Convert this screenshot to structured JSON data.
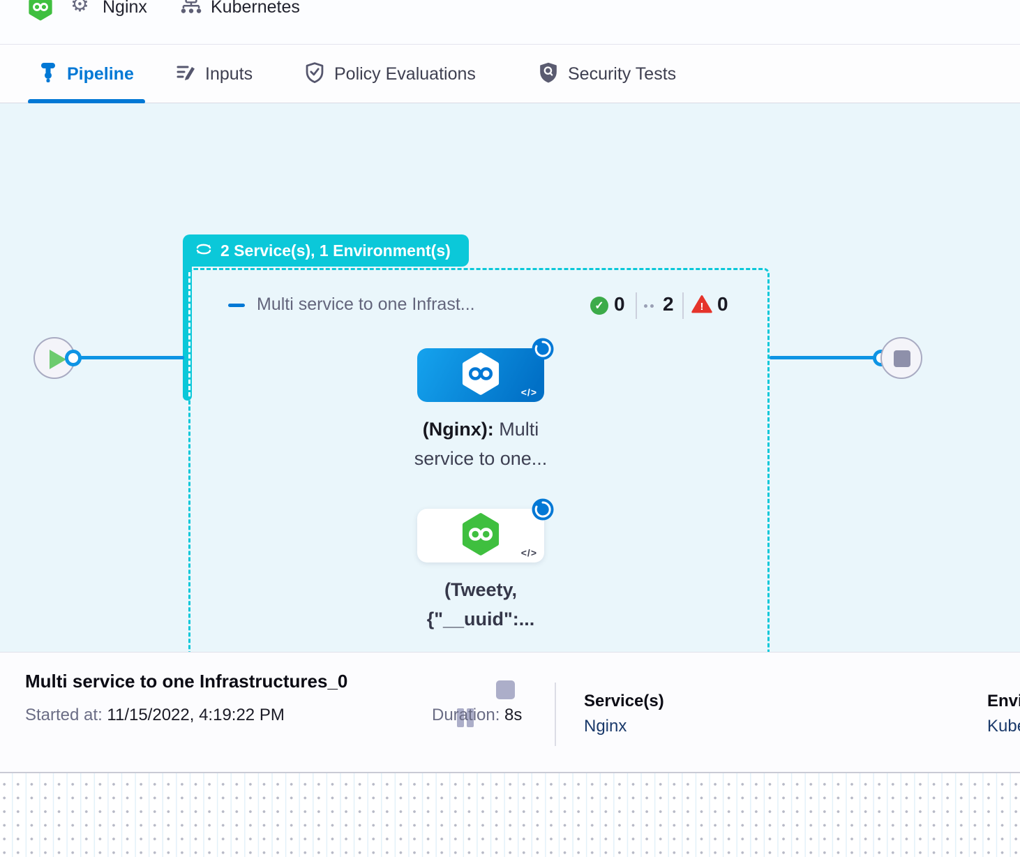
{
  "header": {
    "service_name": "Nginx",
    "environment_name": "Kubernetes"
  },
  "tabs": {
    "pipeline": "Pipeline",
    "inputs": "Inputs",
    "policy": "Policy Evaluations",
    "security": "Security Tests"
  },
  "canvas": {
    "badge_label": "2 Service(s), 1 Environment(s)",
    "stage_title": "Multi service to one Infrast...",
    "counts": {
      "success": "0",
      "running": "2",
      "failed": "0"
    },
    "node1": {
      "bold": "(Nginx):",
      "rest": " Multi",
      "line2": "service to one...",
      "code_glyph": "</>"
    },
    "node2": {
      "line1": "(Tweety,",
      "line2": "{\"__uuid\":...",
      "code_glyph": "</>"
    }
  },
  "footer": {
    "title": "Multi service to one Infrastructures_0",
    "started_label": "Started at:",
    "started_value": " 11/15/2022, 4:19:22 PM",
    "duration_label": "Duration:",
    "duration_value": " 8s",
    "services_label": "Service(s)",
    "services_value": "Nginx",
    "environments_label": "Environment(s)",
    "environments_value": "Kubernetes"
  },
  "colors": {
    "teal": "#0BC8D9",
    "primary_blue": "#0278D5",
    "connector_blue": "#0E94E4",
    "success_green": "#3CAB49",
    "error_red": "#E5342B",
    "node_green": "#3FBF3F",
    "link_navy": "#1B3A6B"
  }
}
